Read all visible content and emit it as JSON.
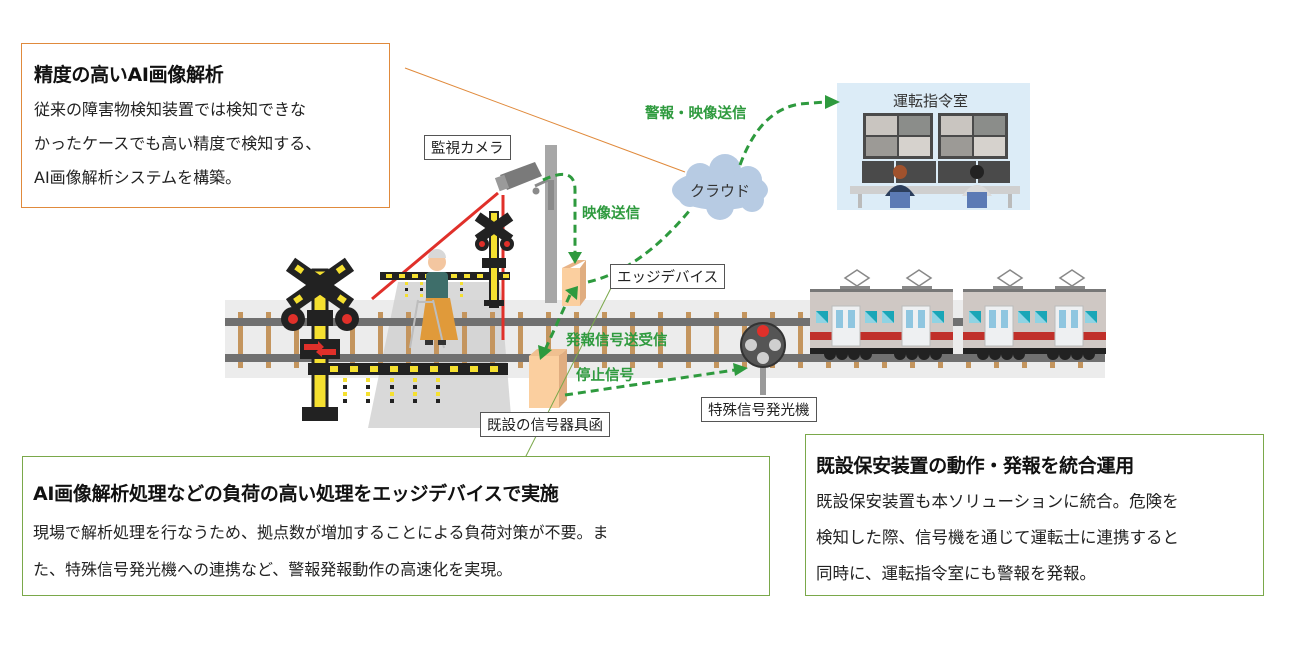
{
  "boxes": {
    "ai_analysis": {
      "title": "精度の高いAI画像解析",
      "lines": [
        "従来の障害物検知装置では検知できな",
        "かったケースでも高い精度で検知する、",
        "AI画像解析システムを構築。"
      ]
    },
    "edge_processing": {
      "title": "AI画像解析処理などの負荷の高い処理をエッジデバイスで実施",
      "lines": [
        "現場で解析処理を行なうため、拠点数が増加することによる負荷対策が不要。ま",
        "た、特殊信号発光機への連携など、警報発報動作の高速化を実現。"
      ]
    },
    "integration": {
      "title": "既設保安装置の動作・発報を統合運用",
      "lines": [
        "既設保安装置も本ソリューションに統合。危険を",
        "検知した際、信号機を通じて運転士に連携すると",
        "同時に、運転指令室にも警報を発報。"
      ]
    }
  },
  "diagram": {
    "labels": {
      "camera": "監視カメラ",
      "edge_device": "エッジデバイス",
      "signal_box": "既設の信号器具函",
      "special_signal": "特殊信号発光機",
      "cloud": "クラウド",
      "control_room": "運転指令室"
    },
    "flows": {
      "video_send": "映像送信",
      "alert_video_send": "警報・映像送信",
      "alarm_signal": "発報信号送受信",
      "stop_signal": "停止信号"
    }
  },
  "colors": {
    "accent_green": "#2e9a3e",
    "box_orange": "#e08a3c",
    "box_green": "#7aa84a",
    "train_red": "#c0302a",
    "cloud_blue": "#b7cbe3",
    "control_bg": "#dcecf7"
  }
}
